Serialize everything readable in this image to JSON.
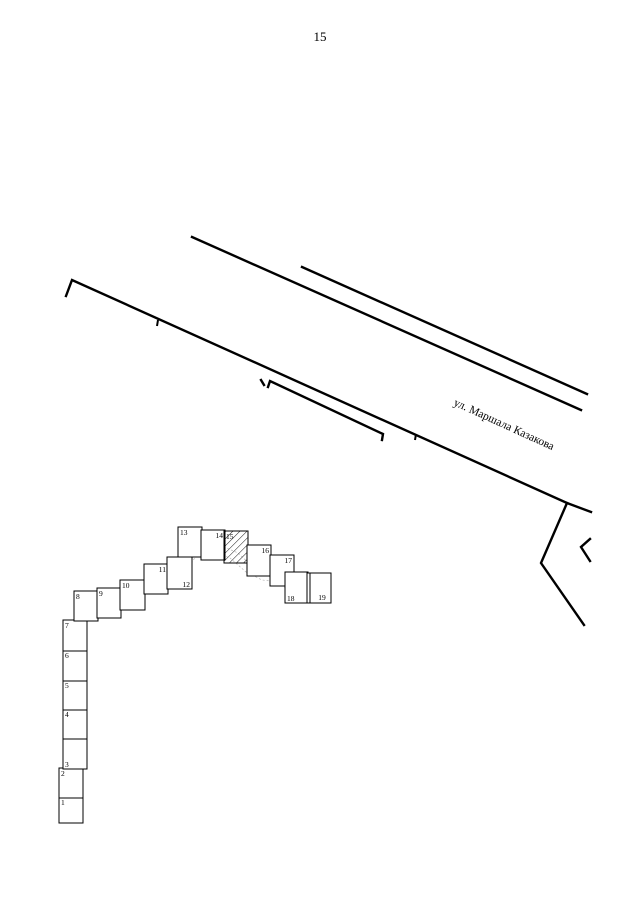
{
  "page": {
    "number": "15"
  },
  "street": {
    "label": "ул. Маршала Казакова"
  },
  "sections": [
    {
      "num": "1",
      "hatched": false
    },
    {
      "num": "2",
      "hatched": false
    },
    {
      "num": "3",
      "hatched": false
    },
    {
      "num": "4",
      "hatched": false
    },
    {
      "num": "5",
      "hatched": false
    },
    {
      "num": "6",
      "hatched": false
    },
    {
      "num": "7",
      "hatched": false
    },
    {
      "num": "8",
      "hatched": false
    },
    {
      "num": "9",
      "hatched": false
    },
    {
      "num": "10",
      "hatched": false
    },
    {
      "num": "11",
      "hatched": false
    },
    {
      "num": "12",
      "hatched": false
    },
    {
      "num": "13",
      "hatched": false
    },
    {
      "num": "14",
      "hatched": false
    },
    {
      "num": "15",
      "hatched": true
    },
    {
      "num": "16",
      "hatched": false
    },
    {
      "num": "17",
      "hatched": false
    },
    {
      "num": "18",
      "hatched": false
    },
    {
      "num": "19",
      "hatched": false
    }
  ]
}
